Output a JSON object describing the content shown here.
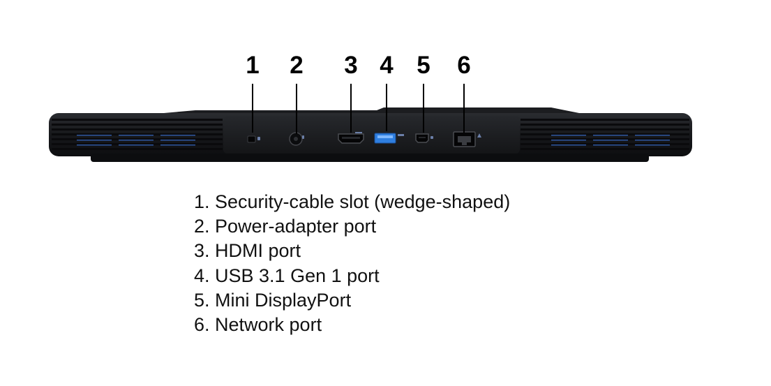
{
  "callouts": [
    "1",
    "2",
    "3",
    "4",
    "5",
    "6"
  ],
  "legend": [
    "1. Security-cable slot (wedge-shaped)",
    "2. Power-adapter port",
    "3. HDMI port",
    "4. USB 3.1 Gen 1 port",
    "5. Mini DisplayPort",
    "6. Network port"
  ],
  "colors": {
    "chassis": "#1a1b1e",
    "vent_accent": "#3a6fd0",
    "usb_port": "#2f7fe0",
    "callout": "#000000"
  }
}
